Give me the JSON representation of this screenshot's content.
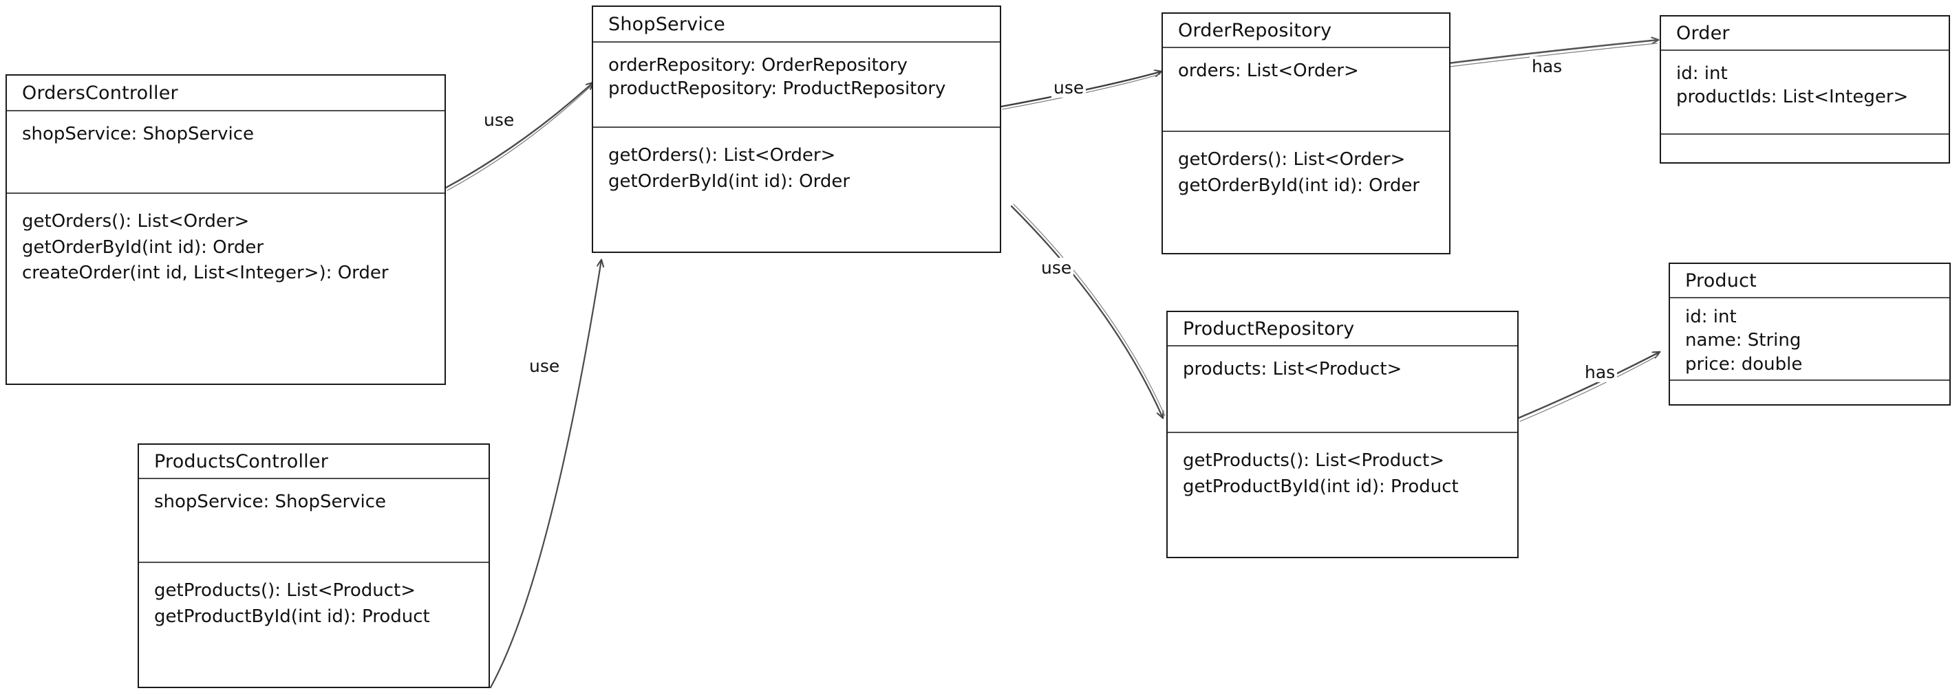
{
  "diagram": {
    "kind": "uml-class-diagram",
    "style": "hand-drawn",
    "background_color": "#ffffff",
    "stroke_color": "#1a1a1a",
    "edge_color": "#555555",
    "text_color": "#111111",
    "classes": [
      {
        "id": "orders-controller",
        "name": "OrdersController",
        "attributes": [
          "shopService: ShopService"
        ],
        "methods": [
          "getOrders(): List<Order>",
          "getOrderById(int id): Order",
          "createOrder(int id, List<Integer>): Order"
        ]
      },
      {
        "id": "shop-service",
        "name": "ShopService",
        "attributes": [
          "orderRepository: OrderRepository",
          "productRepository: ProductRepository"
        ],
        "methods": [
          "getOrders(): List<Order>",
          "getOrderById(int id): Order"
        ]
      },
      {
        "id": "order-repository",
        "name": "OrderRepository",
        "attributes": [
          "orders: List<Order>"
        ],
        "methods": [
          "getOrders(): List<Order>",
          "getOrderById(int id): Order"
        ]
      },
      {
        "id": "order",
        "name": "Order",
        "attributes": [
          "id: int",
          "productIds: List<Integer>"
        ],
        "methods": []
      },
      {
        "id": "products-controller",
        "name": "ProductsController",
        "attributes": [
          "shopService: ShopService"
        ],
        "methods": [
          "getProducts(): List<Product>",
          "getProductById(int id): Product"
        ]
      },
      {
        "id": "product-repository",
        "name": "ProductRepository",
        "attributes": [
          "products: List<Product>"
        ],
        "methods": [
          "getProducts(): List<Product>",
          "getProductById(int id): Product"
        ]
      },
      {
        "id": "product",
        "name": "Product",
        "attributes": [
          "id: int",
          "name: String",
          "price: double"
        ],
        "methods": []
      }
    ],
    "relationships": [
      {
        "id": "rel-orders-controller-shop-service",
        "from": "orders-controller",
        "to": "shop-service",
        "label": "use"
      },
      {
        "id": "rel-products-controller-shop-service",
        "from": "products-controller",
        "to": "shop-service",
        "label": "use"
      },
      {
        "id": "rel-shop-service-order-repository",
        "from": "shop-service",
        "to": "order-repository",
        "label": "use"
      },
      {
        "id": "rel-shop-service-product-repository",
        "from": "shop-service",
        "to": "product-repository",
        "label": "use"
      },
      {
        "id": "rel-order-repository-order",
        "from": "order-repository",
        "to": "order",
        "label": "has"
      },
      {
        "id": "rel-product-repository-product",
        "from": "product-repository",
        "to": "product",
        "label": "has"
      }
    ]
  }
}
